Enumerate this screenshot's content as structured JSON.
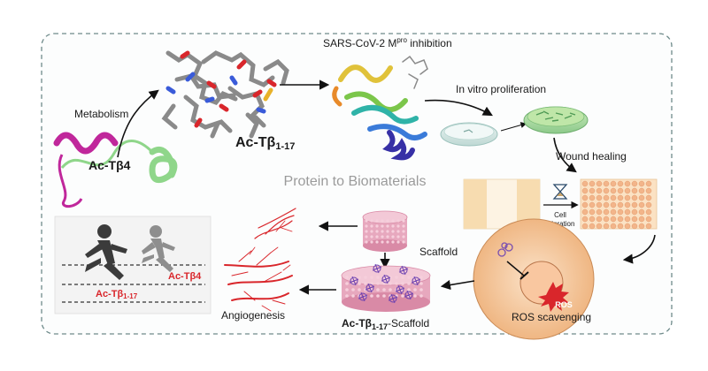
{
  "center_title": "Protein to Biomaterials",
  "labels": {
    "metabolism": "Metabolism",
    "ac_tb4": "Ac-Tβ4",
    "ac_tb117_main": "Ac-Tβ",
    "sub_1_17": "1-17",
    "sars_prefix": "SARS-CoV-2 M",
    "sars_sup": "pro",
    "sars_suffix": " inhibition",
    "in_vitro": "In vitro proliferation",
    "wound": "Wound healing",
    "cell": "Cell",
    "migration": "migration",
    "scaffold": "Scaffold",
    "ros_scavenging": "ROS scavenging",
    "ros": "ROS",
    "ac_tb117_scaffold_prefix": "Ac-Tβ",
    "ac_tb117_scaffold_suffix": "-Scaffold",
    "angiogenesis": "Angiogenesis",
    "runner_tb4": "Ac-Tβ4",
    "runner_tb117": "Ac-Tβ"
  },
  "colors": {
    "border": "#6e8a8a",
    "magenta": "#c0279b",
    "green": "#8fd68a",
    "scaffold_pink": "#e7a8be",
    "vessel_red": "#d9262b",
    "ros_cell": "#f6c9a0",
    "runner_red": "#d9262b"
  }
}
